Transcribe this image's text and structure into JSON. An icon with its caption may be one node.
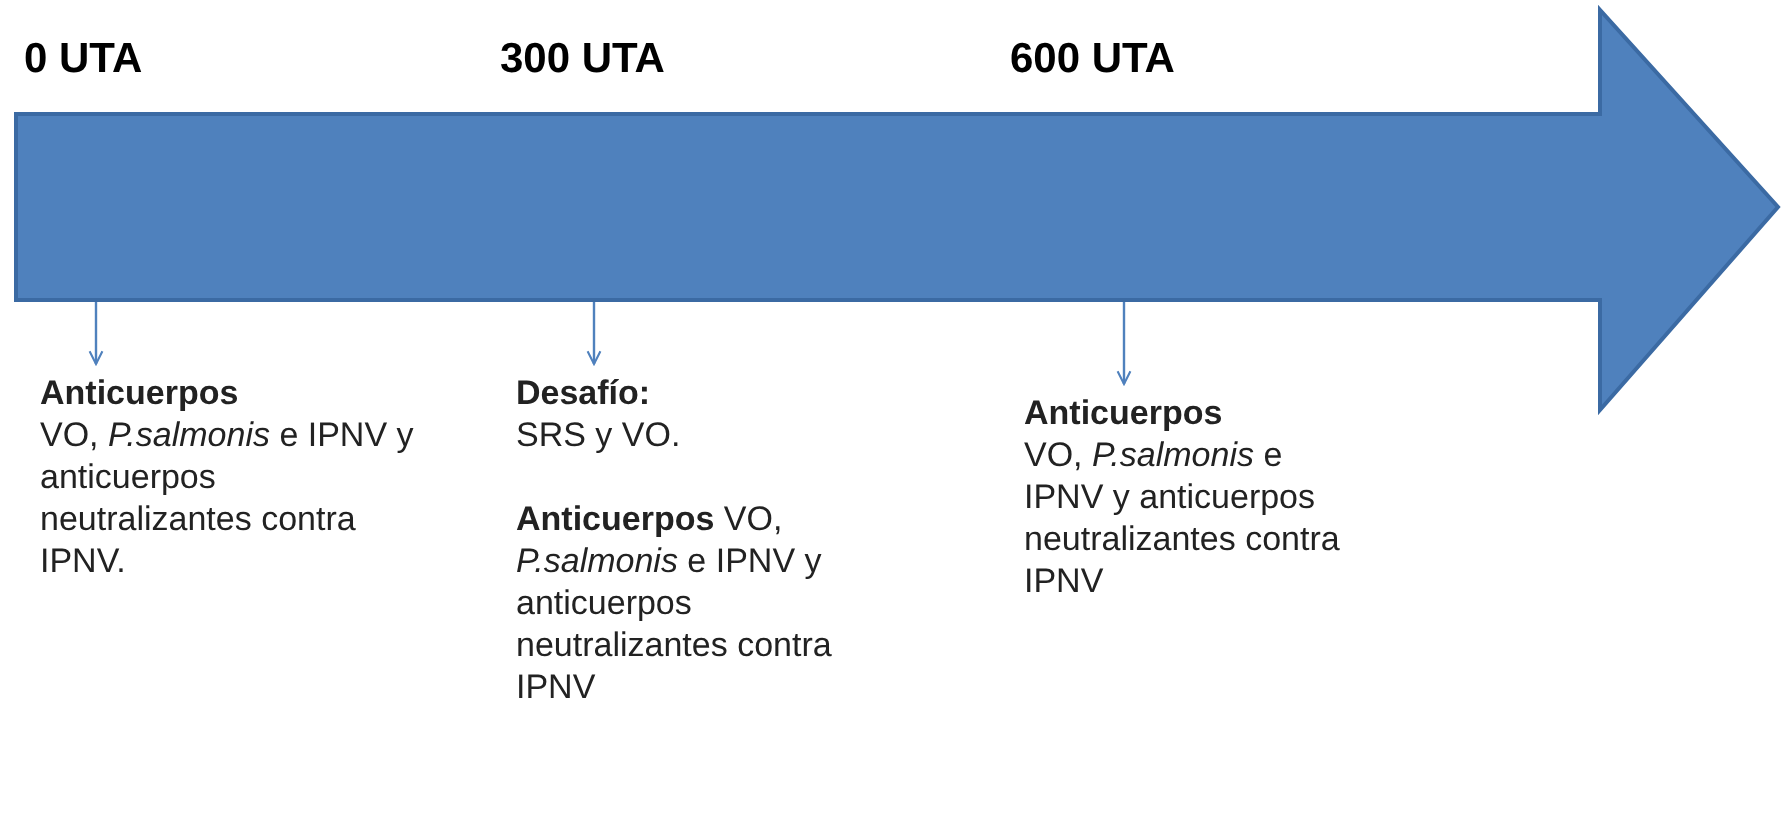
{
  "diagram": {
    "nodes": [
      {
        "text": [],
        "shape": "arrow"
      },
      {
        "text": [
          "Anticuerpos",
          "VO, *P.salmonis* e IPNV y anticuerpos neutralizantes contra IPNV."
        ]
      },
      {
        "text": [
          "Desafío:",
          "SRS y VO.",
          "**Anticuerpos** VO, *P.salmonis* e IPNV y anticuerpos neutralizantes contra IPNV"
        ]
      },
      {
        "text": [
          "Anticuerpos",
          "VO, *P.salmonis* e IPNV y anticuerpos neutralizantes contra IPNV"
        ]
      }
    ],
    "edges": [
      {
        "from": 0,
        "to": 1,
        "arrow": "to"
      },
      {
        "from": 0,
        "to": 2,
        "arrow": "to"
      },
      {
        "from": 0,
        "to": 3,
        "arrow": "to"
      }
    ],
    "labels": [
      "0 UTA",
      "300 UTA",
      "600 UTA"
    ]
  }
}
